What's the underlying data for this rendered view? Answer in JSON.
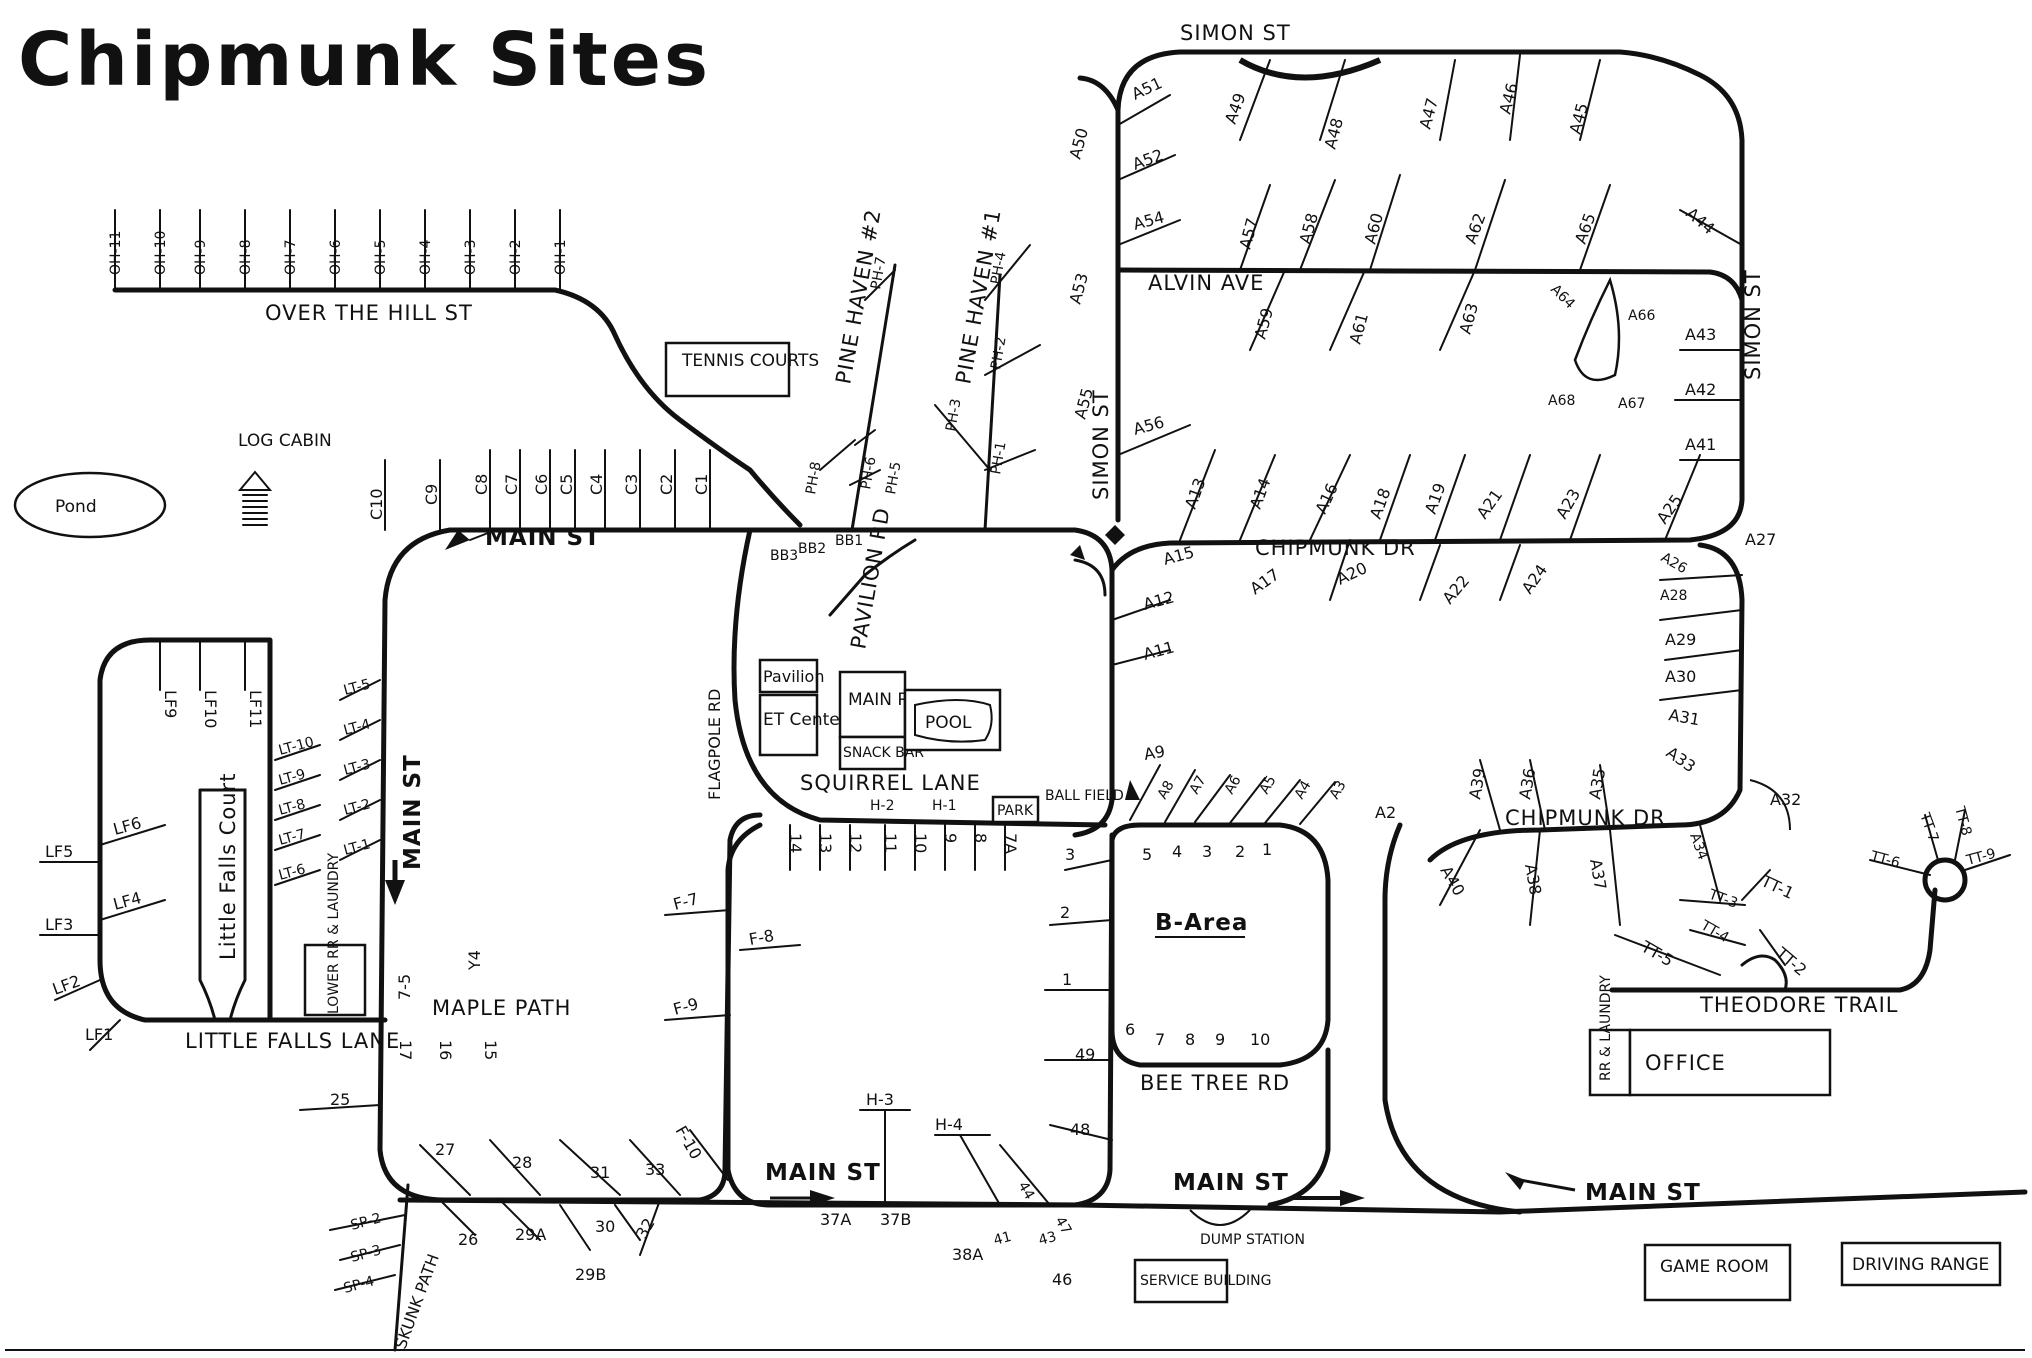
{
  "map": {
    "title": "Chipmunk Sites",
    "streets": {
      "simon_st_top": "SIMON ST",
      "simon_st_right": "SIMON ST",
      "simon_st_mid": "SIMON ST",
      "alvin_ave": "ALVIN AVE",
      "over_the_hill": "OVER THE HILL ST",
      "pine_haven_2": "PINE HAVEN #2",
      "pine_haven_1": "PINE HAVEN #1",
      "main_st_top": "MAIN ST",
      "main_st_left": "MAIN ST",
      "main_st_bottom_a": "MAIN ST",
      "main_st_bottom_b": "MAIN ST",
      "main_st_bottom_c": "MAIN ST",
      "chipmunk_dr_top": "CHIPMUNK DR",
      "chipmunk_dr_bottom": "CHIPMUNK DR",
      "pavilion_rd": "PAVILION RD",
      "flagpole_rd": "FLAGPOLE RD",
      "squirrel_lane": "SQUIRREL LANE",
      "maple_path": "MAPLE PATH",
      "little_falls_lane": "LITTLE FALLS LANE",
      "little_falls_court": "Little Falls Court",
      "bee_tree_rd": "BEE TREE RD",
      "theodore_trail": "THEODORE TRAIL",
      "skunk_path": "SKUNK PATH"
    },
    "buildings": {
      "tennis_courts": "TENNIS COURTS",
      "log_cabin": "LOG CABIN",
      "pond": "Pond",
      "pavilion": "Pavilion",
      "et_center": "ET Center",
      "main_rr": "MAIN RR",
      "snack_bar": "SNACK BAR",
      "pool": "POOL",
      "park": "PARK",
      "ball_field": "BALL FIELD",
      "b_area": "B-Area",
      "lower_rr_laundry": "LOWER RR & LAUNDRY",
      "office": "OFFICE",
      "office_rr": "RR & LAUNDRY",
      "dump_station": "DUMP STATION",
      "service_building": "SERVICE BUILDING",
      "game_room": "GAME ROOM",
      "driving_range": "DRIVING RANGE"
    },
    "sites": {
      "oh": [
        "OH-11",
        "OH-10",
        "OH-9",
        "OH-8",
        "OH-7",
        "OH-6",
        "OH-5",
        "OH-4",
        "OH-3",
        "OH-2",
        "OH-1"
      ],
      "c": [
        "C10",
        "C9",
        "C8",
        "C7",
        "C6",
        "C5",
        "C4",
        "C3",
        "C2",
        "C1"
      ],
      "ph2": [
        "PH-7",
        "PH-8",
        "PH-6",
        "PH-5"
      ],
      "ph1": [
        "PH-4",
        "PH-2",
        "PH-3",
        "PH-1"
      ],
      "bb": [
        "BB1",
        "BB2",
        "BB3"
      ],
      "a_top": [
        "A51",
        "A50",
        "A49",
        "A48",
        "A47",
        "A46",
        "A45",
        "A52",
        "A53",
        "A54",
        "A57",
        "A58",
        "A60",
        "A62",
        "A65",
        "A44",
        "A64",
        "A66",
        "A59",
        "A61",
        "A63",
        "A43",
        "A68",
        "A67",
        "A42",
        "A55",
        "A56",
        "A41"
      ],
      "a_mid": [
        "A13",
        "A14",
        "A16",
        "A18",
        "A19",
        "A21",
        "A23",
        "A25",
        "A27",
        "A15",
        "A17",
        "A20",
        "A22",
        "A24",
        "A26",
        "A28",
        "A12",
        "A11",
        "A29",
        "A30",
        "A31",
        "A33",
        "A32",
        "A9"
      ],
      "a_low": [
        "A8",
        "A7",
        "A6",
        "A5",
        "A4",
        "A3",
        "A2",
        "A39",
        "A36",
        "A35",
        "A40",
        "A38",
        "A37",
        "A34"
      ],
      "lf": [
        "LF9",
        "LF10",
        "LF11",
        "LF6",
        "LF5",
        "LF4",
        "LF3",
        "LF2",
        "LF1"
      ],
      "lt": [
        "LT-5",
        "LT-4",
        "LT-3",
        "LT-2",
        "LT-1",
        "LT-10",
        "LT-9",
        "LT-8",
        "LT-7",
        "LT-6"
      ],
      "numbered_top": [
        "14",
        "13",
        "12",
        "11",
        "10",
        "9",
        "8",
        "7A"
      ],
      "h": [
        "H-2",
        "H-1",
        "H-3",
        "H-4"
      ],
      "f": [
        "F-7",
        "F-8",
        "F-9",
        "F-10"
      ],
      "b": [
        "5",
        "4",
        "3",
        "2",
        "1",
        "6",
        "7",
        "8",
        "9",
        "10"
      ],
      "b_side": [
        "3",
        "2",
        "1",
        "49",
        "48"
      ],
      "mp": [
        "7-5",
        "17",
        "16",
        "15",
        "25",
        "Y4"
      ],
      "bottom": [
        "27",
        "28",
        "31",
        "33",
        "26",
        "29A",
        "29B",
        "30",
        "32",
        "37A",
        "37B",
        "38A",
        "41",
        "43",
        "44",
        "47",
        "46"
      ],
      "sp": [
        "SP-2",
        "SP-3",
        "SP-4"
      ],
      "tt": [
        "TT-6",
        "TT-7",
        "TT-8",
        "TT-9",
        "TT-1",
        "TT-3",
        "TT-4",
        "TT-2",
        "TT-5"
      ]
    }
  }
}
